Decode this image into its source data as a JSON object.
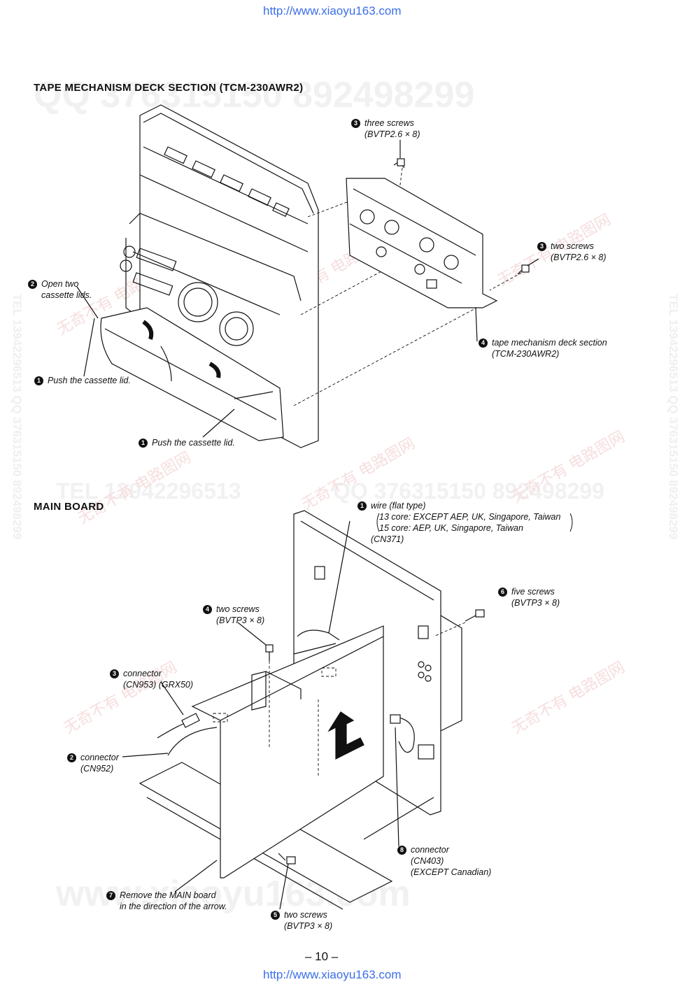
{
  "header": {
    "url": "http://www.xiaoyu163.com"
  },
  "footer": {
    "page_number": "– 10 –",
    "url": "http://www.xiaoyu163.com"
  },
  "watermarks": {
    "qq_top": "QQ 376315150   892498299",
    "tel_mid": "TEL 13942296513",
    "qq_mid": "QQ 376315150   892498299",
    "site_bottom": "www.xiaoyu163.com",
    "cn_text": "无奇不有  电路图网",
    "cn_site": "www.xiaoyu163.com",
    "side_left": "TEL 13942296513   QQ 376315150   892498299",
    "side_right": "TEL 13942296513   QQ 376315150   892498299"
  },
  "tape_section": {
    "title": "TAPE  MECHANISM  DECK  SECTION (TCM-230AWR2)",
    "callouts": {
      "c3a": {
        "num": "3",
        "line1": "three screws",
        "line2": "(BVTP2.6 × 8)"
      },
      "c3b": {
        "num": "3",
        "line1": "two screws",
        "line2": "(BVTP2.6 × 8)"
      },
      "c2": {
        "num": "2",
        "line1": "Open two",
        "line2": "cassette lids."
      },
      "c4": {
        "num": "4",
        "line1": "tape mechanism deck section",
        "line2": "(TCM-230AWR2)"
      },
      "c1a": {
        "num": "1",
        "line1": "Push the cassette lid."
      },
      "c1b": {
        "num": "1",
        "line1": "Push the cassette lid."
      }
    }
  },
  "main_section": {
    "title": "MAIN  BOARD",
    "callouts": {
      "c1": {
        "num": "1",
        "line1": "wire (flat type)",
        "line2": "13 core: EXCEPT AEP, UK, Singapore, Taiwan",
        "line3": "15 core: AEP, UK, Singapore, Taiwan",
        "line4": "(CN371)"
      },
      "c6": {
        "num": "6",
        "line1": "five screws",
        "line2": "(BVTP3 × 8)"
      },
      "c4": {
        "num": "4",
        "line1": "two screws",
        "line2": "(BVTP3 × 8)"
      },
      "c3": {
        "num": "3",
        "line1": "connector",
        "line2": "(CN953) (GRX50)"
      },
      "c2": {
        "num": "2",
        "line1": "connector",
        "line2": "(CN952)"
      },
      "c8": {
        "num": "8",
        "line1": "connector",
        "line2": "(CN403)",
        "line3": "(EXCEPT Canadian)"
      },
      "c7": {
        "num": "7",
        "line1": "Remove the MAIN board",
        "line2": "in the direction of the arrow."
      },
      "c5": {
        "num": "5",
        "line1": "two screws",
        "line2": "(BVTP3 × 8)"
      }
    }
  }
}
